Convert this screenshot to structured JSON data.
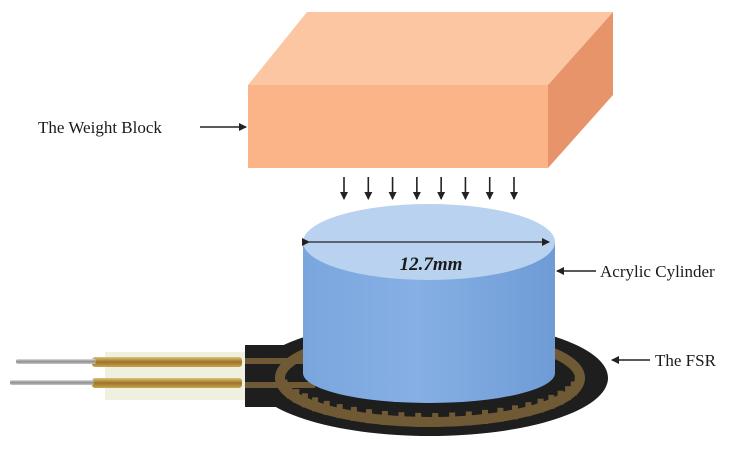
{
  "labels": {
    "weight_block": "The Weight Block",
    "acrylic_cylinder": "Acrylic Cylinder",
    "fsr": "The FSR",
    "diameter": "12.7mm"
  },
  "colors": {
    "block_front": "#fbb488",
    "block_top": "#fdc6a3",
    "block_side": "#e8946a",
    "cylinder_body": "#80aae0",
    "cylinder_top": "#b9d2ef",
    "fsr_base": "#1e1e1e",
    "fsr_trace": "#6f5a35",
    "lead_gold": "#b08a3c",
    "pin_silver": "#a8a8a8"
  },
  "force_arrow_count": 8
}
